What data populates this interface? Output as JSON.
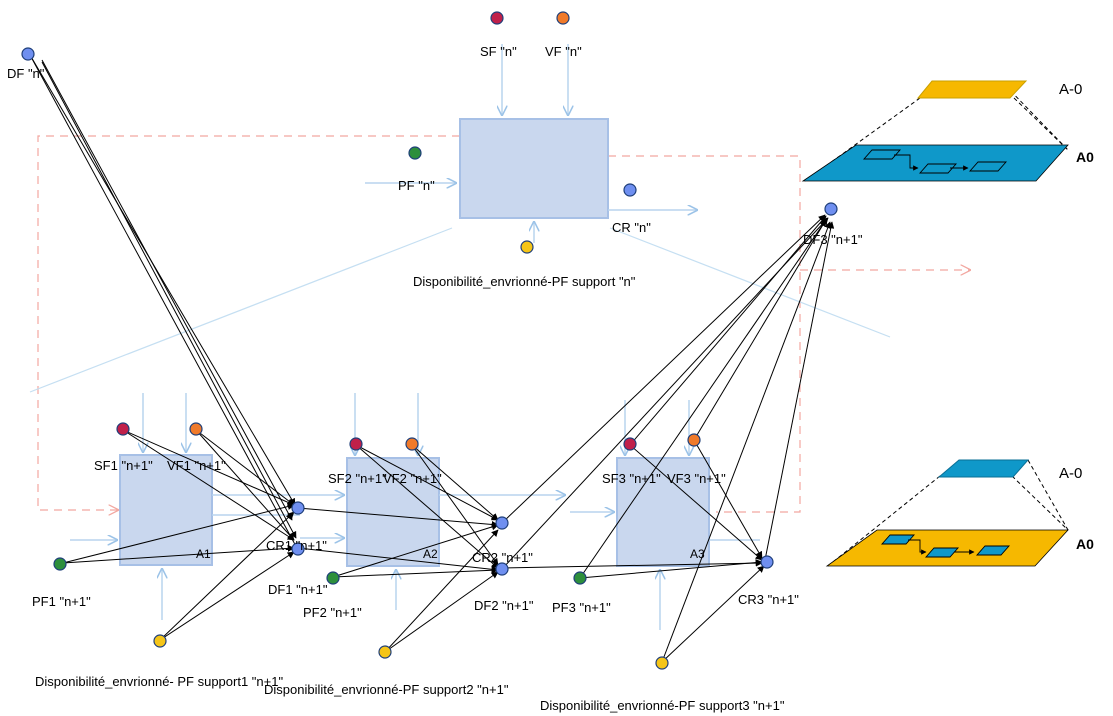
{
  "top": {
    "inputs": [
      "SF \"n\"",
      "VF \"n\"",
      "PF \"n\""
    ],
    "outputs": [
      "CR \"n\"",
      "DF3 \"n+1\""
    ],
    "df_input": "DF \"n\"",
    "support": "Disponibilité_envrionné-PF support \"n\""
  },
  "bottom": {
    "boxes": [
      {
        "code": "A1",
        "sf": "SF1 \"n+1\"",
        "vf": "VF1 \"n+1\"",
        "cr": "CR1 \"n+1\"",
        "df": "DF1 \"n+1\"",
        "pf": "PF1 \"n+1\"",
        "support": "Disponibilité_envrionné- PF support1 \"n+1\""
      },
      {
        "code": "A2",
        "sf": "SF2 \"n+1\"",
        "vf": "VF2 \"n+1\"",
        "cr": "CR2 \"n+1\"",
        "df": "DF2 \"n+1\"",
        "pf": "PF2 \"n+1\"",
        "support": "Disponibilité_envrionné-PF support2 \"n+1\""
      },
      {
        "code": "A3",
        "sf": "SF3 \"n+1\"",
        "vf": "VF3 \"n+1\"",
        "cr": "CR3 \"n+1\"",
        "df": "",
        "pf": "PF3 \"n+1\"",
        "support": "Disponibilité_envrionné-PF support3 \"n+1\""
      }
    ]
  },
  "legend": {
    "upper": {
      "top_label": "A-0",
      "bottom_label": "A0"
    },
    "lower": {
      "top_label": "A-0",
      "bottom_label": "A0"
    }
  },
  "colors": {
    "node_blue": "#6f8ff0",
    "node_red": "#c0204a",
    "node_orange": "#f07a2a",
    "node_green": "#2d8f3c",
    "node_yellow": "#f5c518",
    "box_fill": "#c9d7ee",
    "box_stroke": "#a7c0e6",
    "flow_line": "#b8d4ee",
    "dashed_line": "#f2a7a0",
    "legend_orange": "#f6b800",
    "legend_blue": "#0f98c9"
  }
}
